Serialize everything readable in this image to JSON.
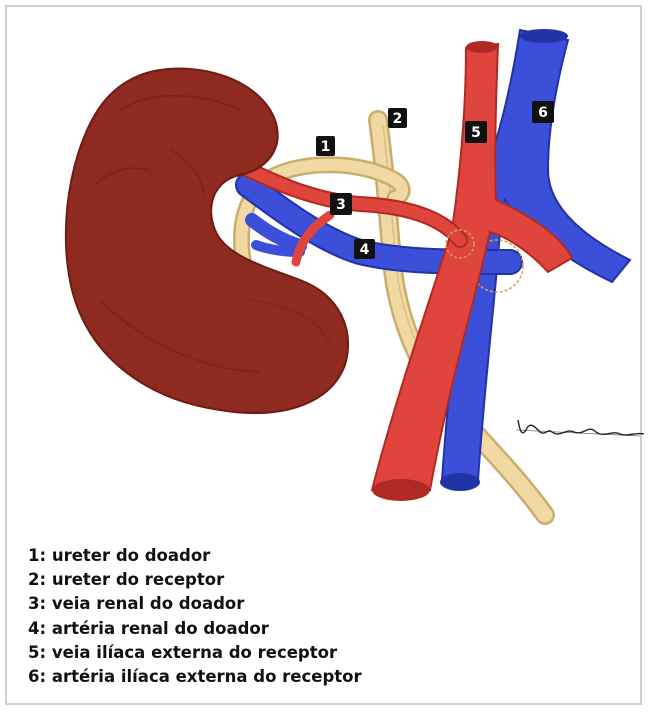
{
  "markers": [
    {
      "id": "1",
      "label": "1"
    },
    {
      "id": "2",
      "label": "2"
    },
    {
      "id": "3",
      "label": "3"
    },
    {
      "id": "4",
      "label": "4"
    },
    {
      "id": "5",
      "label": "5"
    },
    {
      "id": "6",
      "label": "6"
    }
  ],
  "legend": [
    "1: ureter do doador",
    "2: ureter do receptor",
    "3: veia renal do doador",
    "4: artéria renal do doador",
    "5: veia ilíaca externa do receptor",
    "6: artéria ilíaca externa do receptor"
  ],
  "colors": {
    "kidney": "#8e2a1f",
    "kidney_shade": "#6e1c14",
    "red_vessel": "#e0453d",
    "red_vessel_dark": "#b02a25",
    "blue_vessel": "#3c4fd8",
    "blue_vessel_dark": "#2233a8",
    "ureter": "#f0d9a3",
    "ureter_dark": "#c9ad6e",
    "marker_bg": "#111111",
    "marker_text": "#ffffff"
  }
}
